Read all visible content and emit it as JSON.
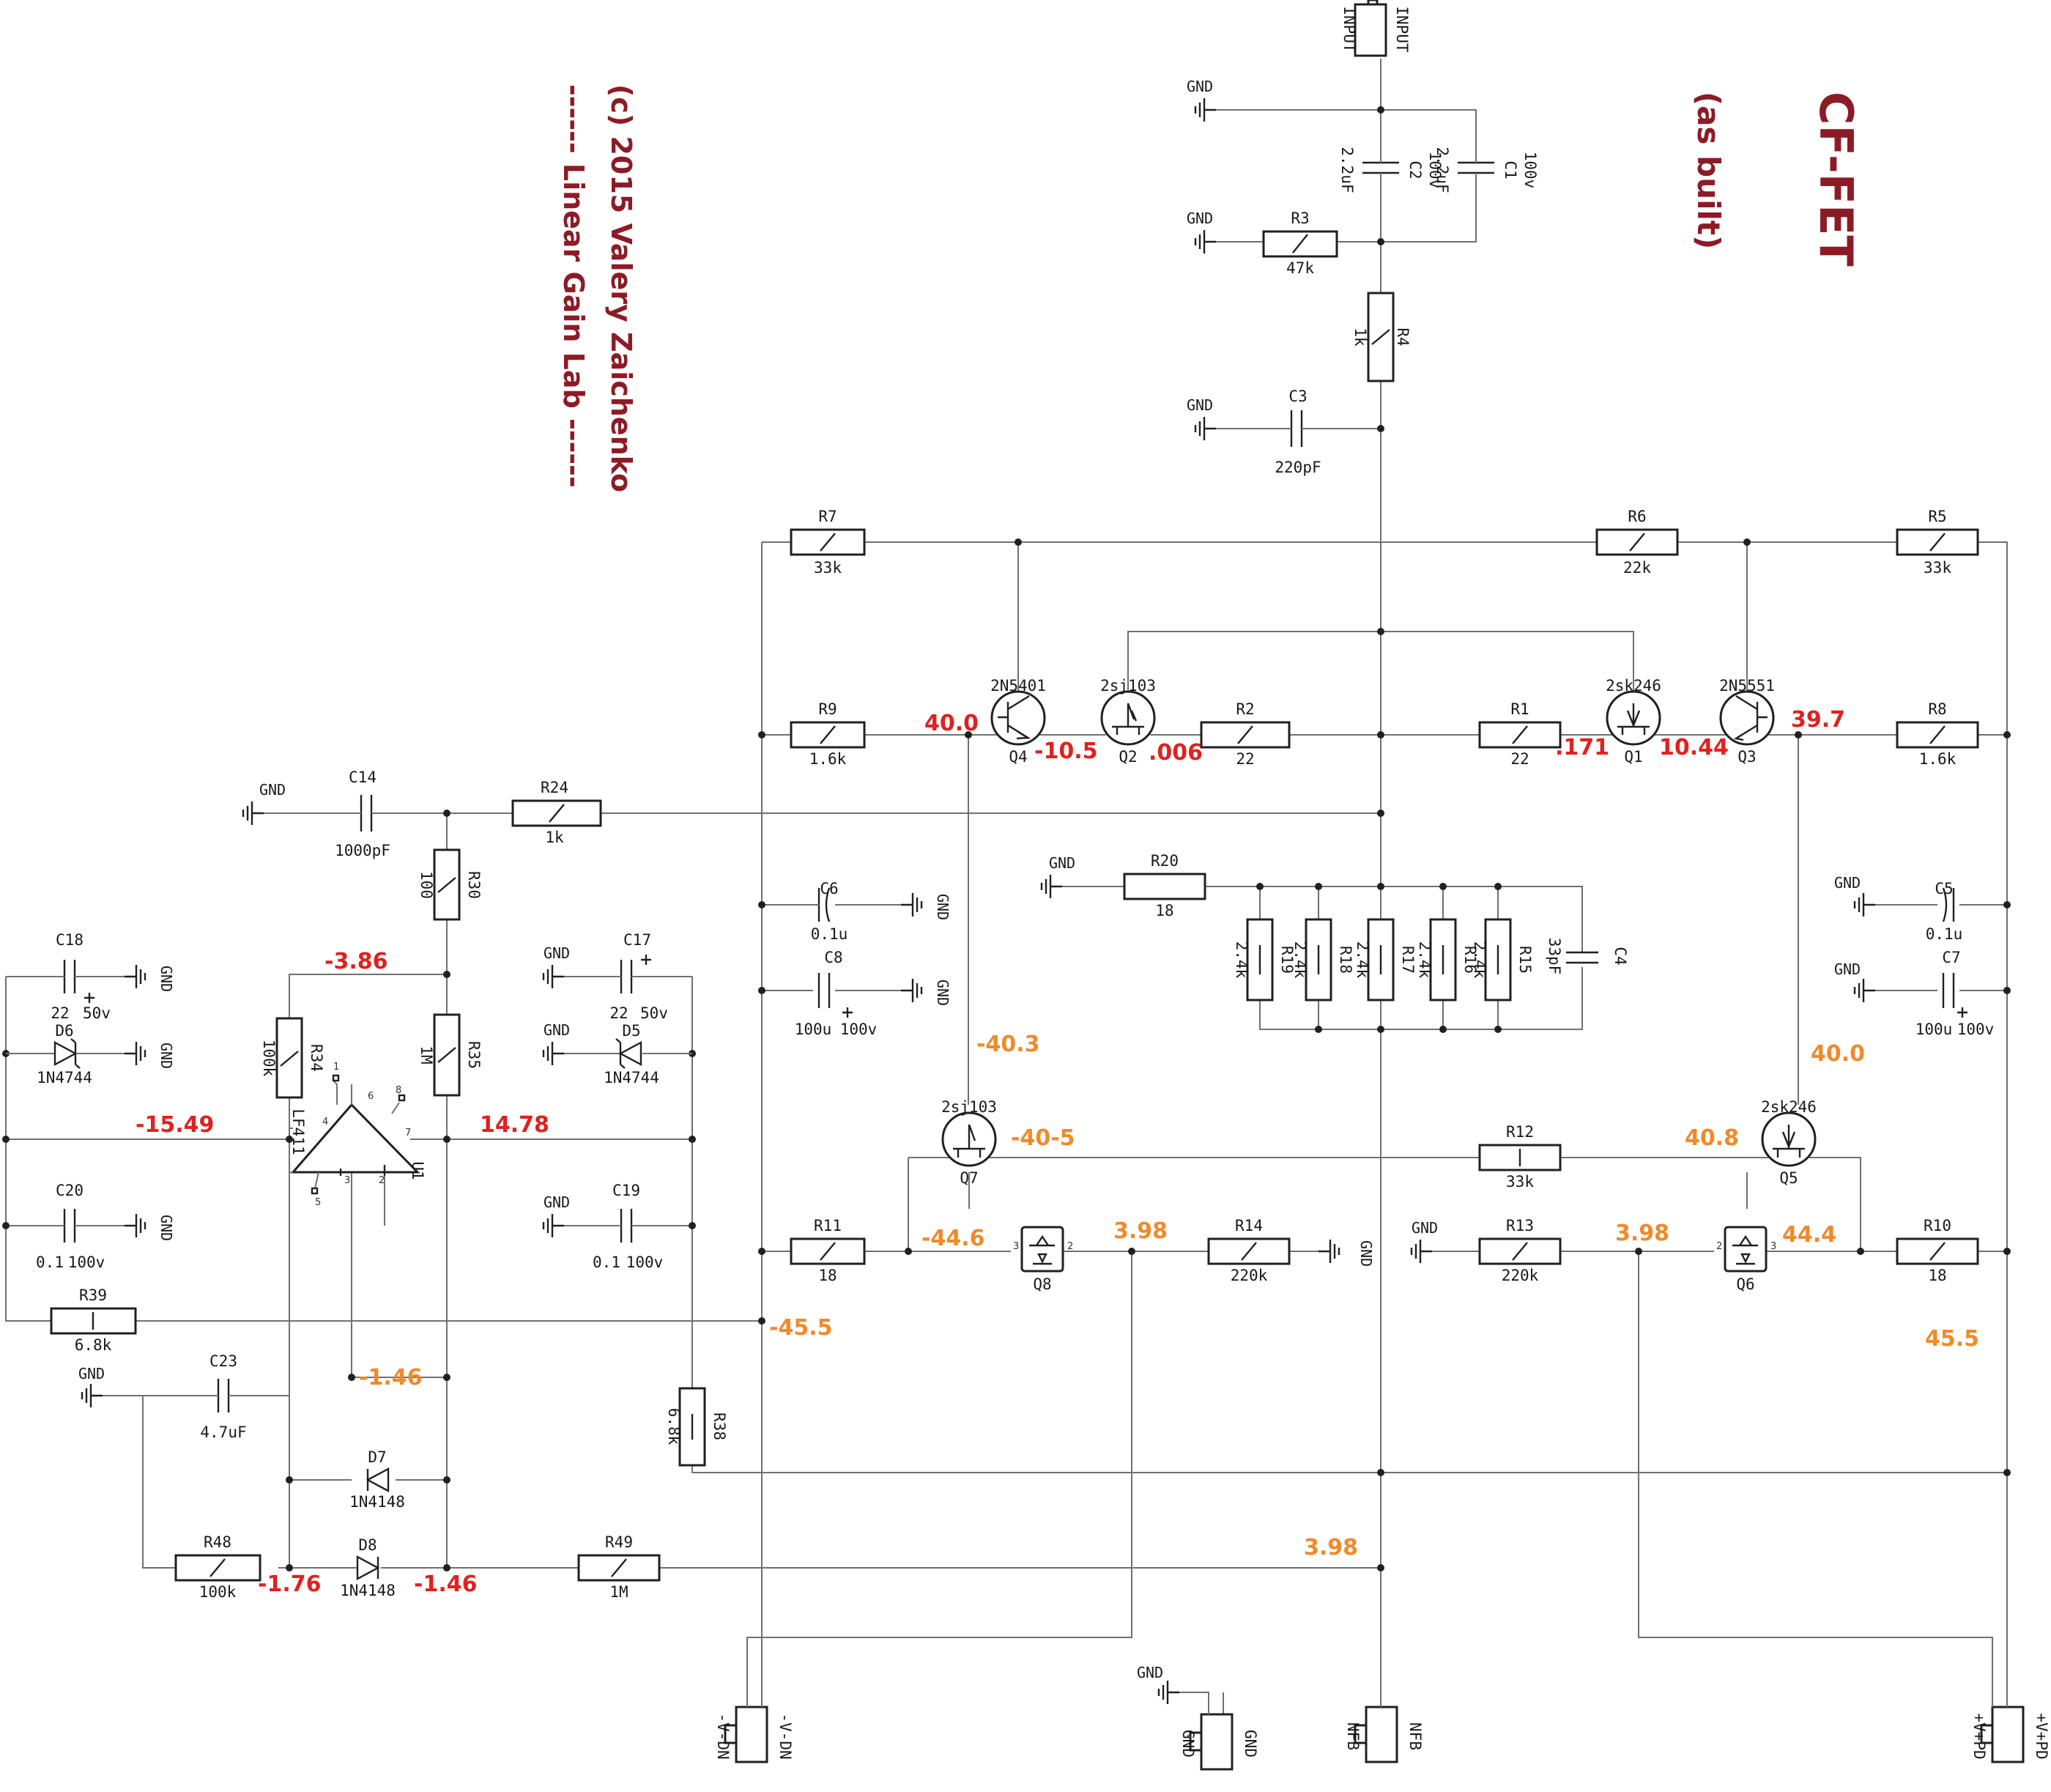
{
  "title": "CF-FET",
  "subtitle": "(as built)",
  "copyright": "(c) 2015 Valery Zaichenko",
  "lab": "------ Linear Gain Lab ------",
  "gnd_label": "GND",
  "colors": {
    "red": "#e0211f",
    "orange": "#f08a2a",
    "title": "#8c1b26"
  },
  "resistors": [
    {
      "ref": "R3",
      "value": "47k"
    },
    {
      "ref": "R4",
      "value": "1k"
    },
    {
      "ref": "R7",
      "value": "33k"
    },
    {
      "ref": "R6",
      "value": "22k"
    },
    {
      "ref": "R5",
      "value": "33k"
    },
    {
      "ref": "R9",
      "value": "1.6k"
    },
    {
      "ref": "R2",
      "value": "22"
    },
    {
      "ref": "R1",
      "value": "22"
    },
    {
      "ref": "R8",
      "value": "1.6k"
    },
    {
      "ref": "R24",
      "value": "1k"
    },
    {
      "ref": "R30",
      "value": "100"
    },
    {
      "ref": "R20",
      "value": "18"
    },
    {
      "ref": "R19",
      "value": "2.4k"
    },
    {
      "ref": "R18",
      "value": "2.4k"
    },
    {
      "ref": "R17",
      "value": "2.4k"
    },
    {
      "ref": "R16",
      "value": "2.4k"
    },
    {
      "ref": "R15",
      "value": "2.4k"
    },
    {
      "ref": "R34",
      "value": "100k"
    },
    {
      "ref": "R35",
      "value": "1M"
    },
    {
      "ref": "R12",
      "value": "33k"
    },
    {
      "ref": "R11",
      "value": "18"
    },
    {
      "ref": "R14",
      "value": "220k"
    },
    {
      "ref": "R13",
      "value": "220k"
    },
    {
      "ref": "R10",
      "value": "18"
    },
    {
      "ref": "R39",
      "value": "6.8k"
    },
    {
      "ref": "R38",
      "value": "6.8k"
    },
    {
      "ref": "R48",
      "value": "100k"
    },
    {
      "ref": "R49",
      "value": "1M"
    }
  ],
  "capacitors": [
    {
      "ref": "C2",
      "value": "2.2uF",
      "rating": "100v"
    },
    {
      "ref": "C1",
      "value": "2.2uF",
      "rating": "100v"
    },
    {
      "ref": "C3",
      "value": "220pF"
    },
    {
      "ref": "C14",
      "value": "1000pF"
    },
    {
      "ref": "C6",
      "value": "0.1u"
    },
    {
      "ref": "C8",
      "value": "100u",
      "rating": "100v"
    },
    {
      "ref": "C5",
      "value": "0.1u"
    },
    {
      "ref": "C7",
      "value": "100u",
      "rating": "100v"
    },
    {
      "ref": "C4",
      "value": "33pF"
    },
    {
      "ref": "C18",
      "value": "22",
      "rating": "50v"
    },
    {
      "ref": "C17",
      "value": "22",
      "rating": "50v"
    },
    {
      "ref": "C20",
      "value": "0.1",
      "rating": "100v"
    },
    {
      "ref": "C19",
      "value": "0.1",
      "rating": "100v"
    },
    {
      "ref": "C23",
      "value": "4.7uF"
    }
  ],
  "transistors": [
    {
      "ref": "Q4",
      "part": "2N5401"
    },
    {
      "ref": "Q2",
      "part": "2sj103"
    },
    {
      "ref": "Q1",
      "part": "2sk246"
    },
    {
      "ref": "Q3",
      "part": "2N5551"
    },
    {
      "ref": "Q7",
      "part": "2sj103"
    },
    {
      "ref": "Q5",
      "part": "2sk246"
    },
    {
      "ref": "Q8",
      "part": ""
    },
    {
      "ref": "Q6",
      "part": ""
    }
  ],
  "diodes": [
    {
      "ref": "D6",
      "part": "1N4744"
    },
    {
      "ref": "D5",
      "part": "1N4744"
    },
    {
      "ref": "D7",
      "part": "1N4148"
    },
    {
      "ref": "D8",
      "part": "1N4148"
    }
  ],
  "opamp": {
    "ref": "U1",
    "part": "LF411"
  },
  "connectors": [
    {
      "name": "INPUT"
    },
    {
      "name": "-V-DN"
    },
    {
      "name": "GND"
    },
    {
      "name": "NFB"
    },
    {
      "name": "+V+PD"
    }
  ],
  "voltages_red": [
    "40.0",
    "-10.5",
    ".006",
    ".171",
    "10.44",
    "39.7",
    "-3.86",
    "-15.49",
    "14.78",
    "-1.76",
    "-1.46"
  ],
  "voltages_orange": [
    "-40.3",
    "40.0",
    "-40-5",
    "40.8",
    "-44.6",
    "3.98",
    "3.98",
    "44.4",
    "-45.5",
    "45.5",
    "-1.46",
    "3.98"
  ]
}
